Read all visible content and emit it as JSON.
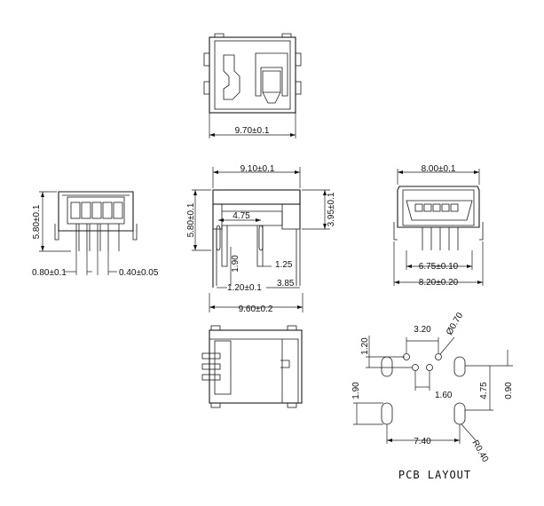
{
  "dims": {
    "top_width": "9.70±0.1",
    "side_height": "5.80±0.1",
    "side_pitch": "0.80±0.1",
    "side_pin": "0.40±0.05",
    "front_top_width": "9.10±0.1",
    "front_height": "5.80±0.1",
    "front_right_height": "3.95±0.1",
    "front_pin_span": "4.75",
    "front_lead": "1.90",
    "front_tab": "1.25",
    "front_pin_offset": "1.20±0.1",
    "front_right_offset": "3.85",
    "front_bottom_width": "9.60±0.2",
    "end_top_width": "8.00±0.1",
    "end_inner_width": "6.75±0.10",
    "end_bottom_width": "8.20±0.20"
  },
  "pcb": {
    "title": "PCB LAYOUT",
    "pad_spacing": "3.20",
    "hole_dia": "Ø0.70",
    "row_offset": "1.20",
    "pad_height": "1.90",
    "pin_pitch": "1.60",
    "slot_offset": "4.75",
    "slot_height": "0.90",
    "slot_span": "7.40",
    "slot_radius": "R0.40"
  }
}
